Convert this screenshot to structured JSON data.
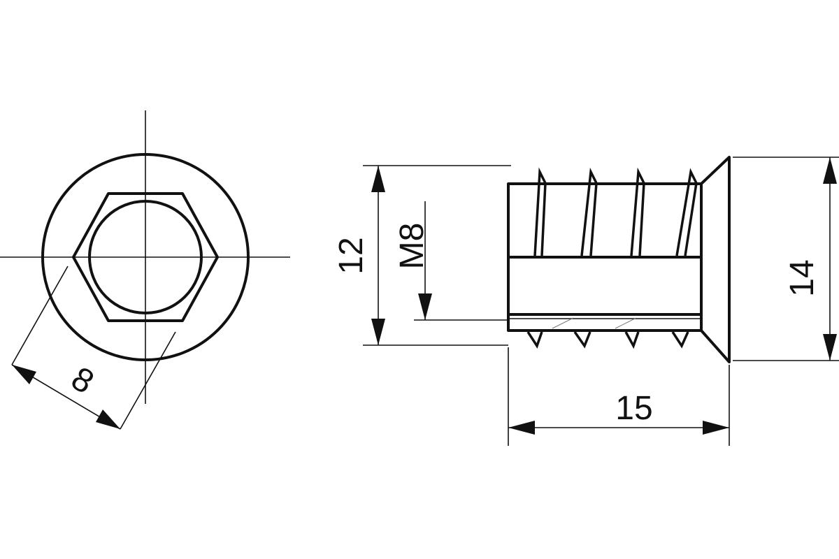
{
  "drawing": {
    "colors": {
      "line": "#111111",
      "background": "#ffffff"
    },
    "dimensions": {
      "hex_across_flats": "8",
      "shank_diameter": "12",
      "thread": "M8",
      "head_diameter": "14",
      "length": "15"
    }
  }
}
